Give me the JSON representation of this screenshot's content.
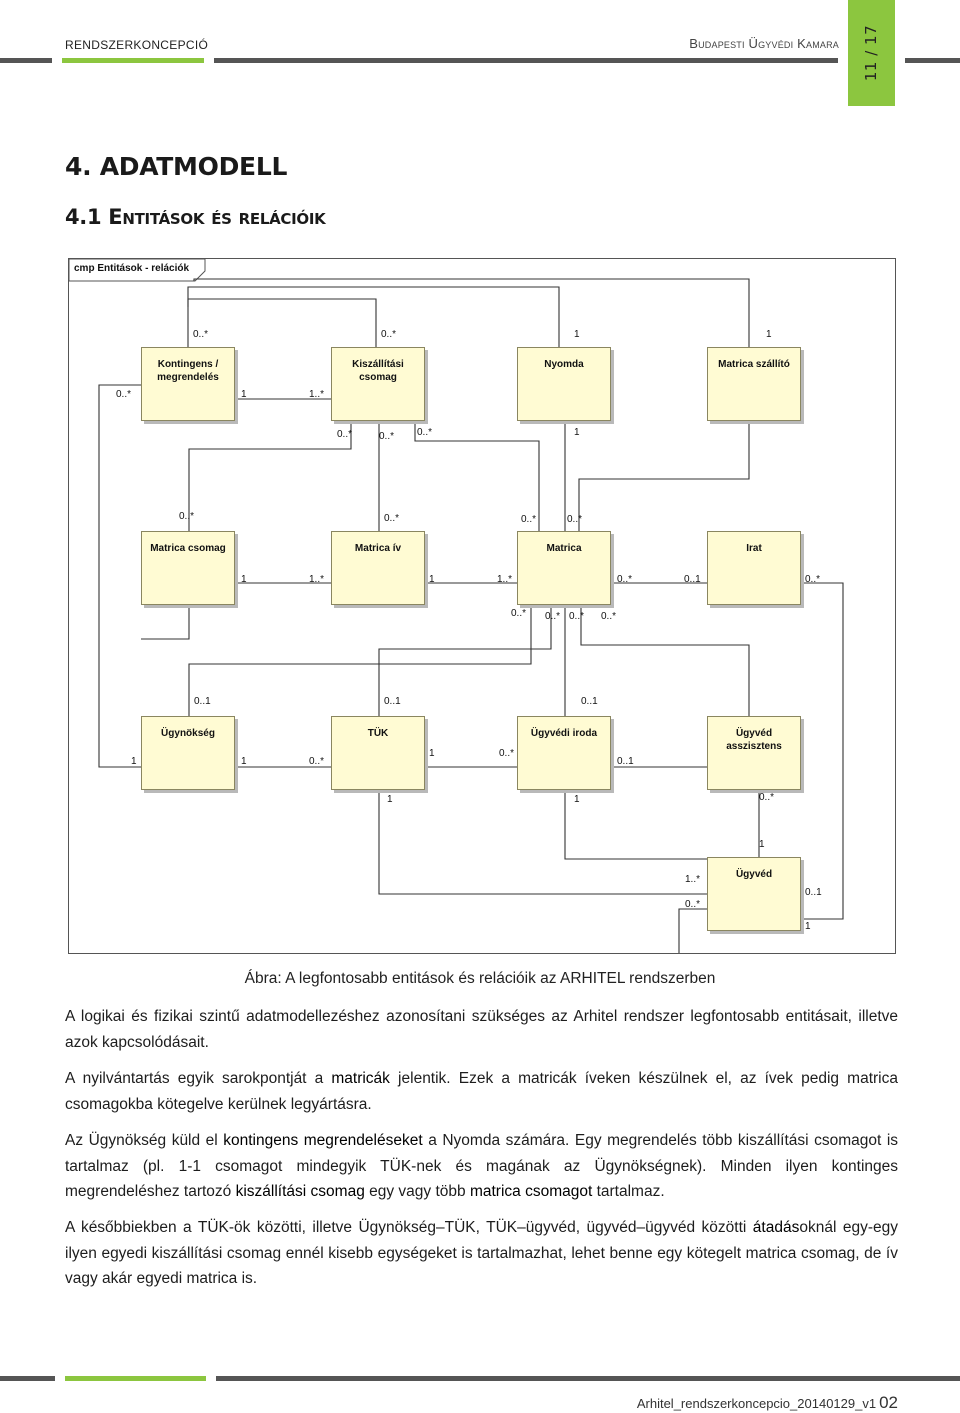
{
  "header": {
    "left": "RENDSZERKONCEPCIÓ",
    "right": "Budapesti Ügyvédi Kamara",
    "page": "11 / 17"
  },
  "headings": {
    "h1": "4. ADATMODELL",
    "h2": "4.1 Entitások és relációik"
  },
  "diagram": {
    "frame_label": "cmp Entitások - relációk",
    "entities": {
      "kontingens": "Kontingens / megrendelés",
      "kiszallitasi": "Kiszállítási csomag",
      "nyomda": "Nyomda",
      "matrica_szallito": "Matrica szállító",
      "matrica_csomag": "Matrica csomag",
      "matrica_iv": "Matrica ív",
      "matrica": "Matrica",
      "irat": "Irat",
      "ugynokseg": "Ügynökség",
      "tuk": "TÜK",
      "ugyvedi_iroda": "Ügyvédi iroda",
      "ugyved_asszisztens": "Ügyvéd asszisztens",
      "ugyved": "Ügyvéd"
    },
    "multiplicities": [
      "0..*",
      "0..*",
      "1",
      "1",
      "0..*",
      "1",
      "1..*",
      "0..*",
      "0..*",
      "0..*",
      "1",
      "0..*",
      "0..*",
      "0..*",
      "0..*",
      "1",
      "1..*",
      "1",
      "1..*",
      "0..*",
      "0..1",
      "0..*",
      "0..*",
      "0..*",
      "0..*",
      "0..*",
      "0..1",
      "0..1",
      "0..1",
      "1",
      "1",
      "0..*",
      "1",
      "0..*",
      "0..1",
      "1",
      "1",
      "0..*",
      "1",
      "1..*",
      "0..*",
      "0..1",
      "1"
    ]
  },
  "caption": "Ábra: A legfontosabb entitások és relációik az ARHITEL rendszerben",
  "paragraphs": {
    "p1": "A logikai és fizikai szintű adatmodellezéshez azonosítani szükséges az Arhitel rendszer legfontosabb entitásait, illetve azok kapcsolódásait.",
    "p2_a": "A nyilvántartás egyik sarokpontját a ",
    "p2_b": "matricák",
    "p2_c": " jelentik. Ezek a matricák íveken készülnek el, az ívek pedig matrica csomagokba kötegelve kerülnek legyártásra.",
    "p3_a": "Az Ügynökség küld el ",
    "p3_b": "kontingens megrendeléseket",
    "p3_c": " a Nyomda számára. Egy megrendelés több kiszállítási csomagot is tartalmaz (pl. 1-1 csomagot mindegyik TÜK-nek és magának az Ügynökségnek). Minden ilyen kontinges megrendeléshez tartozó ",
    "p3_d": "kiszállítási csomag",
    "p3_e": " egy vagy több ",
    "p3_f": "matrica csomagot",
    "p3_g": " tartalmaz.",
    "p4_a": "A későbbiekben a TÜK-ök közötti, illetve Ügynökség–TÜK, TÜK–ügyvéd, ügyvéd–ügyvéd közötti ",
    "p4_b": "átadás",
    "p4_c": "oknál egy-egy ilyen egyedi kiszállítási csomag ennél kisebb egységeket is tartalmazhat, lehet benne egy kötegelt matrica csomag, de ív vagy akár egyedi matrica is."
  },
  "footer": {
    "file": "Arhitel_rendszerkoncepcio_20140129_v1",
    "num": "02"
  },
  "colors": {
    "accent_green": "#8cc63f",
    "rule_gray": "#555555",
    "entity_fill": "#fffbd3"
  }
}
